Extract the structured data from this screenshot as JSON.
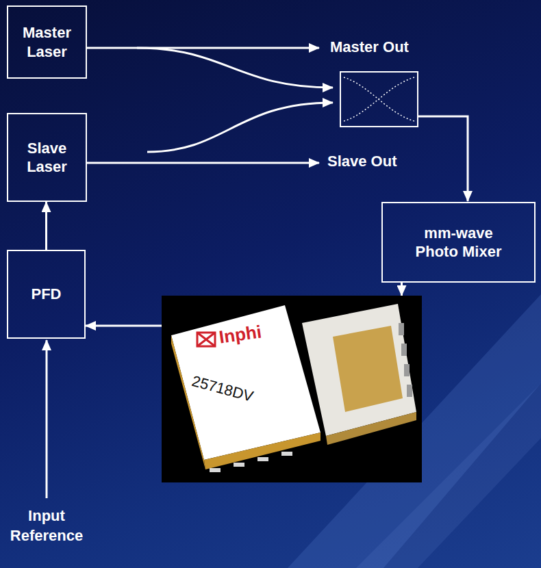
{
  "diagram": {
    "nodes": [
      {
        "text": [
          "Master Laser"
        ]
      },
      {
        "text": [
          "Slave Laser"
        ]
      },
      {
        "text": [
          "mm-wave Photo Mixer"
        ]
      },
      {
        "text": [
          "PFD"
        ]
      },
      {
        "text": [
          "Inphi",
          "25718DV"
        ]
      }
    ],
    "edges": [
      {
        "from": 3,
        "to": 1,
        "arrow": "to"
      },
      {
        "from": 2,
        "to": 4,
        "arrow": "to"
      },
      {
        "from": 4,
        "to": 3,
        "arrow": "to"
      }
    ],
    "labels": [
      "Master Out",
      "Slave Out",
      "Input Reference"
    ]
  }
}
